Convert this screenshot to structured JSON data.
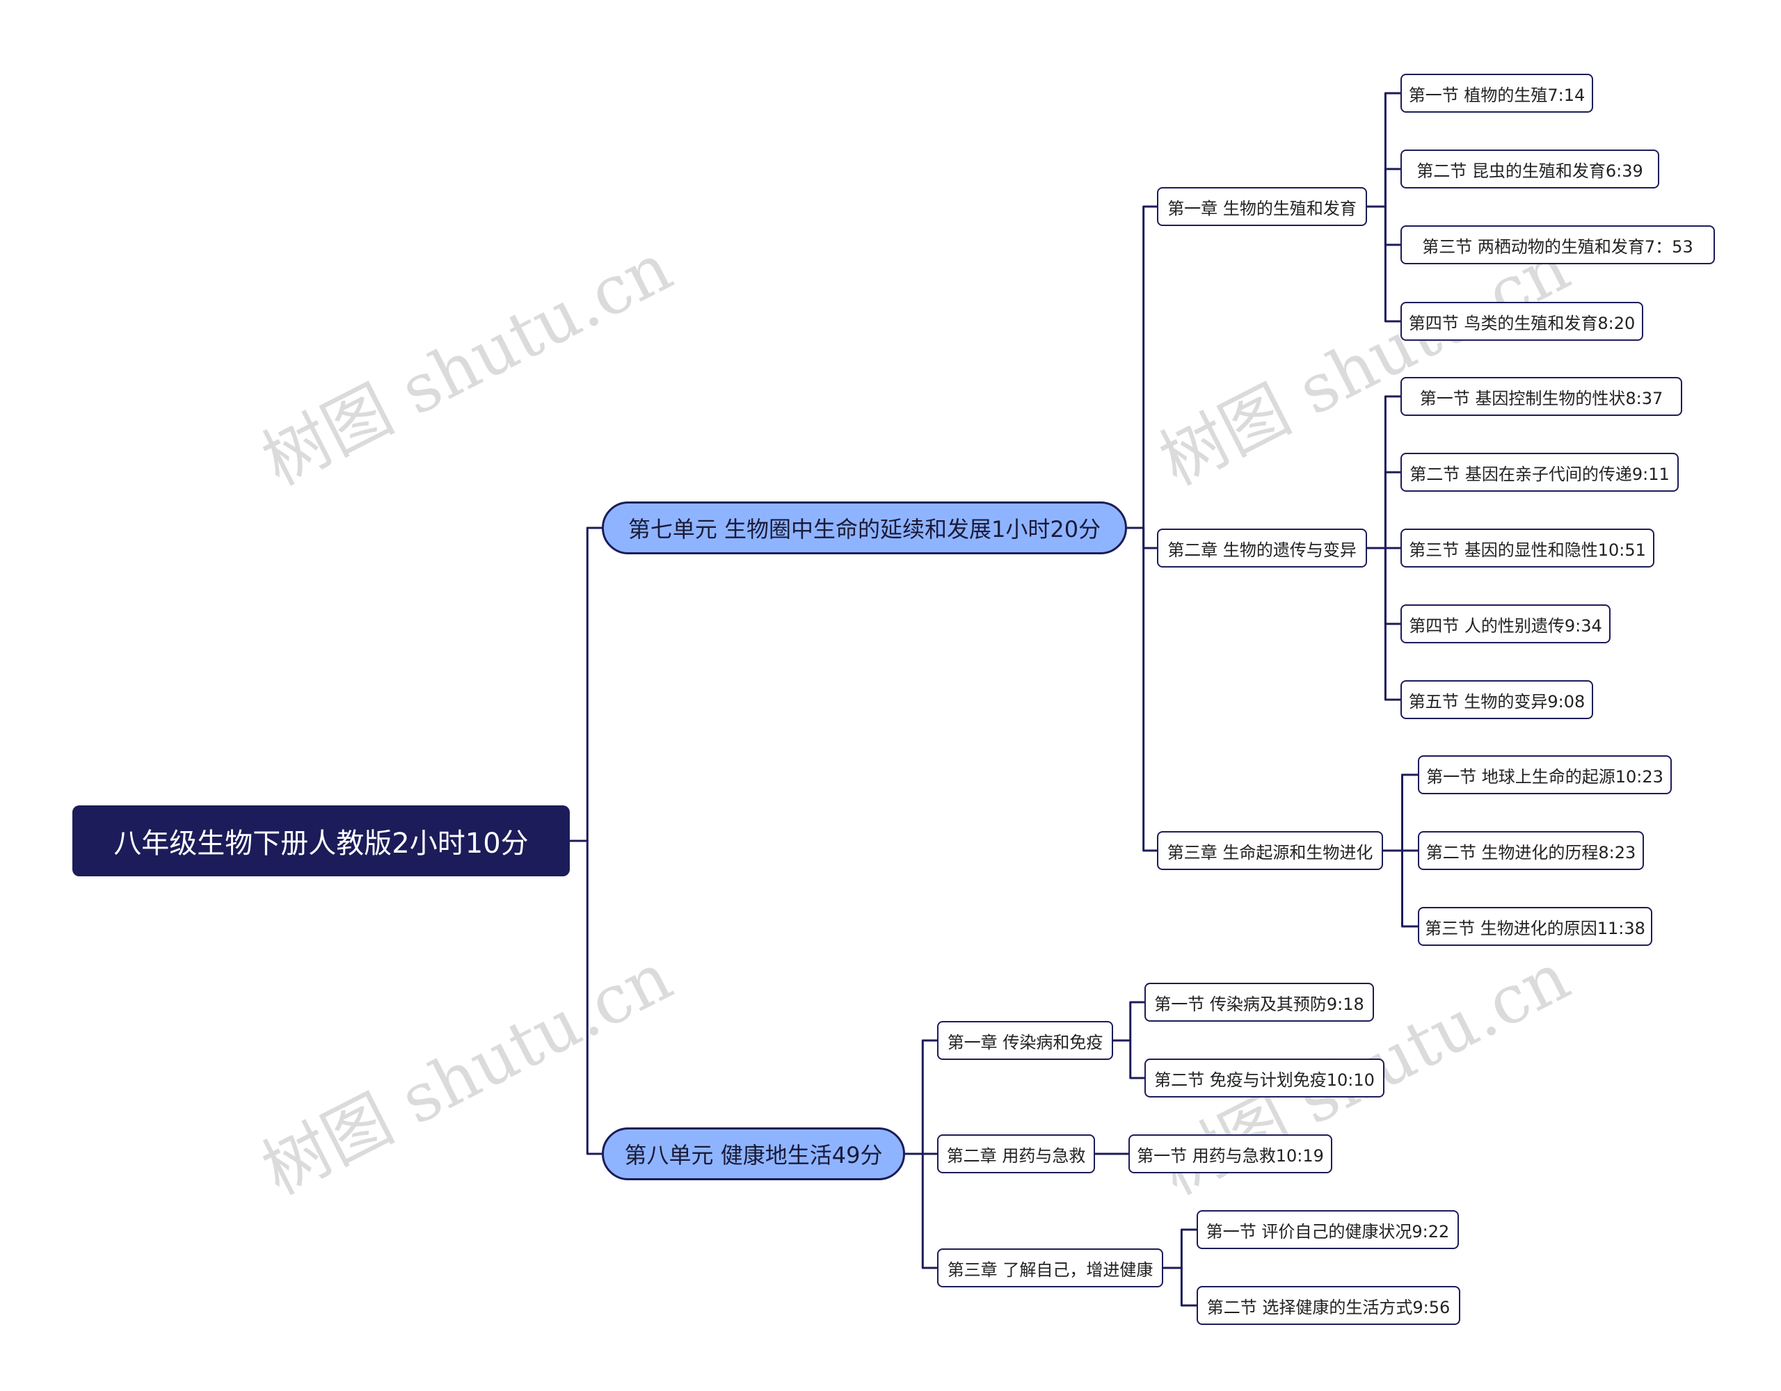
{
  "watermark": "树图 shutu.cn",
  "root": {
    "label": "八年级生物下册人教版2小时10分"
  },
  "units": [
    {
      "label": "第七单元 生物圈中生命的延续和发展1小时20分",
      "chapters": [
        {
          "label": "第一章 生物的生殖和发育",
          "sections": [
            "第一节 植物的生殖7:14",
            "第二节 昆虫的生殖和发育6:39",
            "第三节 两栖动物的生殖和发育7：53",
            "第四节 鸟类的生殖和发育8:20"
          ]
        },
        {
          "label": "第二章 生物的遗传与变异",
          "sections": [
            "第一节 基因控制生物的性状8:37",
            "第二节 基因在亲子代间的传递9:11",
            "第三节 基因的显性和隐性10:51",
            "第四节 人的性别遗传9:34",
            "第五节 生物的变异9:08"
          ]
        },
        {
          "label": "第三章 生命起源和生物进化",
          "sections": [
            "第一节 地球上生命的起源10:23",
            "第二节 生物进化的历程8:23",
            "第三节 生物进化的原因11:38"
          ]
        }
      ]
    },
    {
      "label": "第八单元 健康地生活49分",
      "chapters": [
        {
          "label": "第一章 传染病和免疫",
          "sections": [
            "第一节 传染病及其预防9:18",
            "第二节 免疫与计划免疫10:10"
          ]
        },
        {
          "label": "第二章 用药与急救",
          "sections": [
            "第一节 用药与急救10:19"
          ]
        },
        {
          "label": "第三章 了解自己，增进健康",
          "sections": [
            "第一节 评价自己的健康状况9:22",
            "第二节 选择健康的生活方式9:56"
          ]
        }
      ]
    }
  ]
}
